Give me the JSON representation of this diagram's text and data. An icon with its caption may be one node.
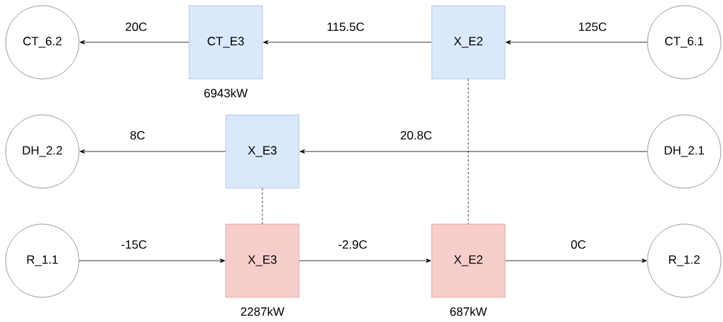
{
  "diagram": {
    "nodes": [
      {
        "text": [
          "CT_6.2"
        ]
      },
      {
        "text": [
          "CT_E3"
        ],
        "beside": [
          "6943kW"
        ]
      },
      {
        "text": [
          "X_E2"
        ]
      },
      {
        "text": [
          "CT_6.1"
        ]
      },
      {
        "text": [
          "DH_2.2"
        ]
      },
      {
        "text": [
          "X_E3"
        ]
      },
      {
        "text": [
          "DH_2.1"
        ]
      },
      {
        "text": [
          "R_1.1"
        ]
      },
      {
        "text": [
          "X_E3"
        ],
        "beside": [
          "2287kW"
        ]
      },
      {
        "text": [
          "X_E2"
        ],
        "beside": [
          "687kW"
        ]
      },
      {
        "text": [
          "R_1.2"
        ]
      }
    ],
    "edges": [
      {
        "from": 3,
        "to": 2,
        "arrow": "to",
        "label": "125C"
      },
      {
        "from": 2,
        "to": 1,
        "arrow": "to",
        "label": "115.5C"
      },
      {
        "from": 1,
        "to": 0,
        "arrow": "to",
        "label": "20C"
      },
      {
        "from": 6,
        "to": 5,
        "arrow": "to",
        "label": "20.8C"
      },
      {
        "from": 5,
        "to": 4,
        "arrow": "to",
        "label": "8C"
      },
      {
        "from": 7,
        "to": 8,
        "arrow": "to",
        "label": "-15C"
      },
      {
        "from": 8,
        "to": 9,
        "arrow": "to",
        "label": "-2.9C"
      },
      {
        "from": 9,
        "to": 10,
        "arrow": "to",
        "label": "0C"
      },
      {
        "from": 2,
        "to": 9,
        "arrow": "none",
        "style": "dashed"
      },
      {
        "from": 5,
        "to": 8,
        "arrow": "none",
        "style": "dashed"
      }
    ]
  }
}
